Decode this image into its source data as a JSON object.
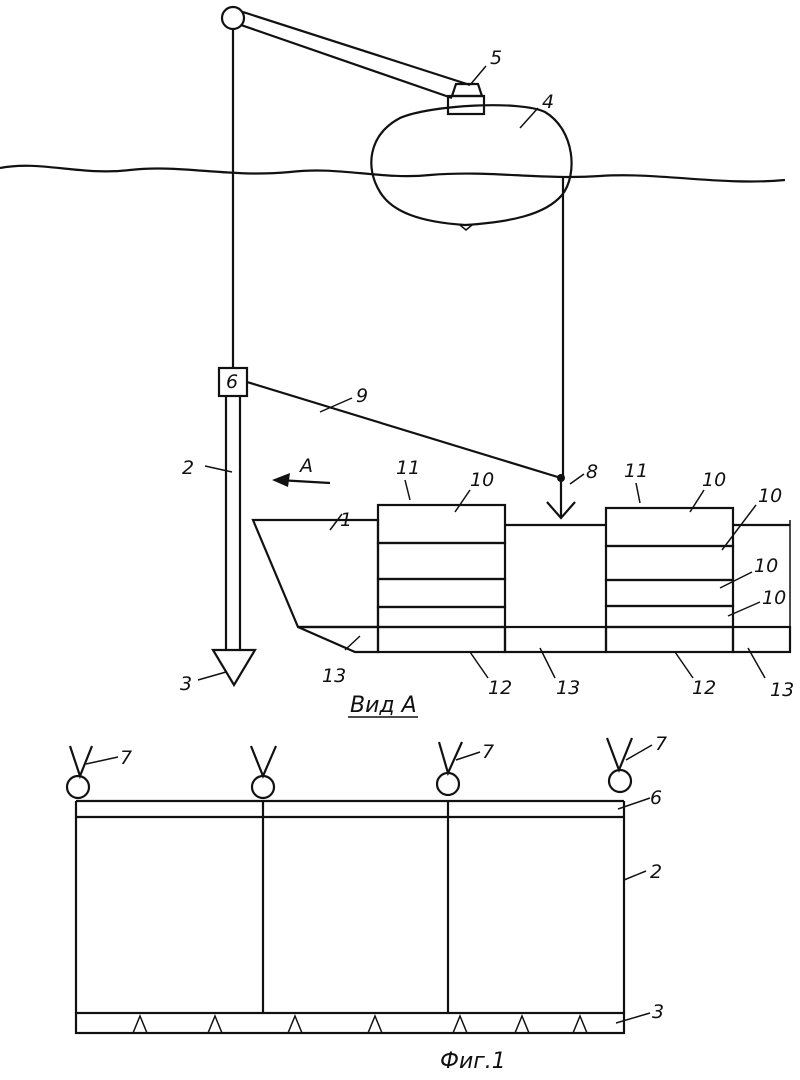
{
  "labels": {
    "n1": "1",
    "n2": "2",
    "n3": "3",
    "n4": "4",
    "n5": "5",
    "n6": "6",
    "n7": "7",
    "n8": "8",
    "n9": "9",
    "n10": "10",
    "n11": "11",
    "n12": "12",
    "n13": "13",
    "arrow_a": "A"
  },
  "view_caption": "Вид А",
  "figure_caption": "Фиг.1",
  "colors": {
    "ink": "#111111",
    "paper": "#ffffff"
  }
}
